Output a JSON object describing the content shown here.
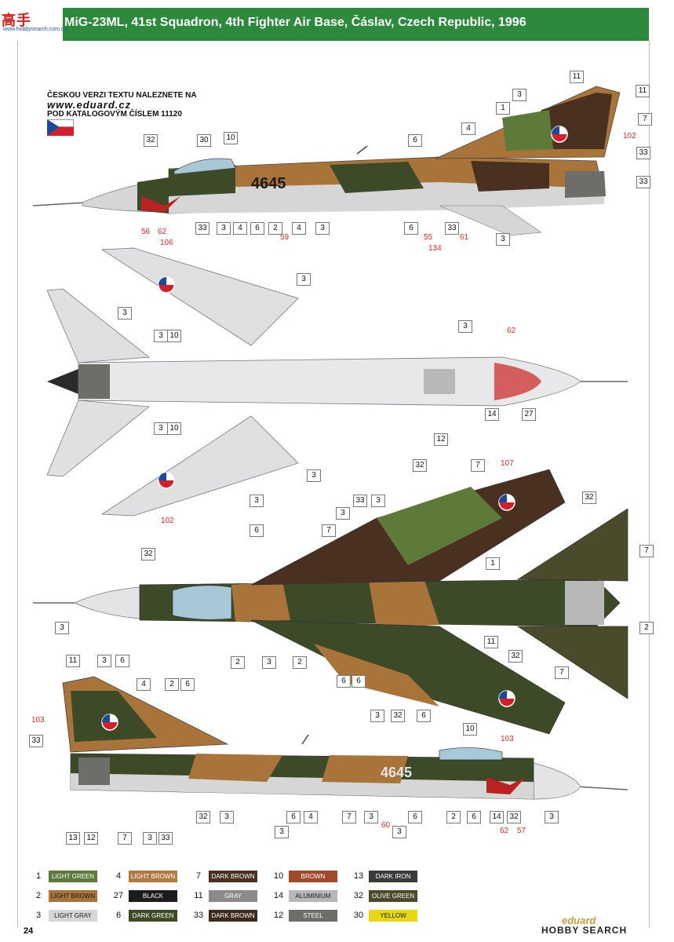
{
  "header": {
    "logo": "高手",
    "logo_url": "www.hobbysearch.com.cn",
    "title": "MiG-23ML, 41st Squadron, 4th Fighter Air Base, Čáslav, Czech Republic, 1996"
  },
  "note": {
    "line1": "ČESKOU VERZI TEXTU NALEZNETE NA",
    "url": "www.eduard.cz",
    "line3": "POD KATALOGOVÝM ČÍSLEM 11120"
  },
  "aircraft_codes": {
    "top_side": "4645",
    "bottom_side": "4645"
  },
  "colors": {
    "light_green": "#5d7a3a",
    "light_brown": "#a8743a",
    "dark_green": "#3c4a28",
    "dark_brown": "#4a3020",
    "light_gray": "#d6d6d6",
    "black": "#1c1c1c",
    "gray": "#8a8a8a",
    "dark_iron": "#3a3a38",
    "olive_green": "#4b4a2a",
    "steel": "#6d6e6a",
    "yellow": "#e8d814",
    "brown": "#a04a2a",
    "aluminium": "#b8b8b8",
    "sky": "#a8c8d8"
  },
  "legend": [
    {
      "num": "1",
      "label": "LIGHT GREEN",
      "color": "#5d7a3a",
      "text_color": "#ffffff"
    },
    {
      "num": "2",
      "label": "LIGHT BROWN",
      "color": "#a8743a",
      "text_color": "#1a1a1a"
    },
    {
      "num": "3",
      "label": "LIGHT GRAY",
      "color": "#d6d6d6",
      "text_color": "#1a1a1a"
    },
    {
      "num": "4",
      "label": "LIGHT BROWN",
      "color": "#b07a42",
      "text_color": "#ffffff"
    },
    {
      "num": "27",
      "label": "BLACK",
      "color": "#1c1c1c",
      "text_color": "#ffffff"
    },
    {
      "num": "6",
      "label": "DARK GREEN",
      "color": "#3c4a28",
      "text_color": "#ffffff"
    },
    {
      "num": "7",
      "label": "DARK BROWN",
      "color": "#4a3020",
      "text_color": "#ffffff"
    },
    {
      "num": "11",
      "label": "GRAY",
      "color": "#8a8a8a",
      "text_color": "#ffffff"
    },
    {
      "num": "33",
      "label": "DARK BROWN",
      "color": "#3d2a1c",
      "text_color": "#ffffff"
    },
    {
      "num": "10",
      "label": "BROWN",
      "color": "#a04a2a",
      "text_color": "#ffffff"
    },
    {
      "num": "14",
      "label": "ALUMINIUM",
      "color": "#b8b8b8",
      "text_color": "#1a1a1a"
    },
    {
      "num": "12",
      "label": "STEEL",
      "color": "#6d6e6a",
      "text_color": "#ffffff"
    },
    {
      "num": "13",
      "label": "DARK IRON",
      "color": "#3a3a38",
      "text_color": "#ffffff"
    },
    {
      "num": "32",
      "label": "OLIVE GREEN",
      "color": "#4b4a2a",
      "text_color": "#ffffff"
    },
    {
      "num": "30",
      "label": "YELLOW",
      "color": "#e8d814",
      "text_color": "#1a1a1a"
    }
  ],
  "callouts_top": [
    "11",
    "3",
    "1",
    "11",
    "7",
    "32",
    "30",
    "10",
    "4",
    "6",
    "102",
    "33",
    "33",
    "33",
    "3",
    "4",
    "6",
    "2",
    "4",
    "3",
    "6",
    "33",
    "3",
    "56",
    "62",
    "59",
    "55",
    "61",
    "134"
  ],
  "callouts_bottom_view": [
    "106",
    "3",
    "3",
    "3",
    "10",
    "3",
    "62",
    "3",
    "10",
    "14",
    "27",
    "12",
    "3",
    "3",
    "102"
  ],
  "callouts_top_view": [
    "32",
    "7",
    "107",
    "33",
    "3",
    "3",
    "32",
    "6",
    "7",
    "7",
    "1",
    "32",
    "3",
    "2",
    "11",
    "2",
    "3",
    "2",
    "32",
    "6",
    "7",
    "3",
    "32",
    "6",
    "103",
    "6"
  ],
  "callouts_side2": [
    "11",
    "3",
    "6",
    "4",
    "2",
    "6",
    "103",
    "33",
    "10",
    "13",
    "12",
    "7",
    "3",
    "33",
    "32",
    "3",
    "3",
    "6",
    "4",
    "7",
    "3",
    "60",
    "3",
    "6",
    "2",
    "6",
    "14",
    "32",
    "3",
    "62",
    "57"
  ],
  "footer": {
    "page": "24",
    "brand": "eduard",
    "watermark": "HOBBY SEARCH"
  }
}
